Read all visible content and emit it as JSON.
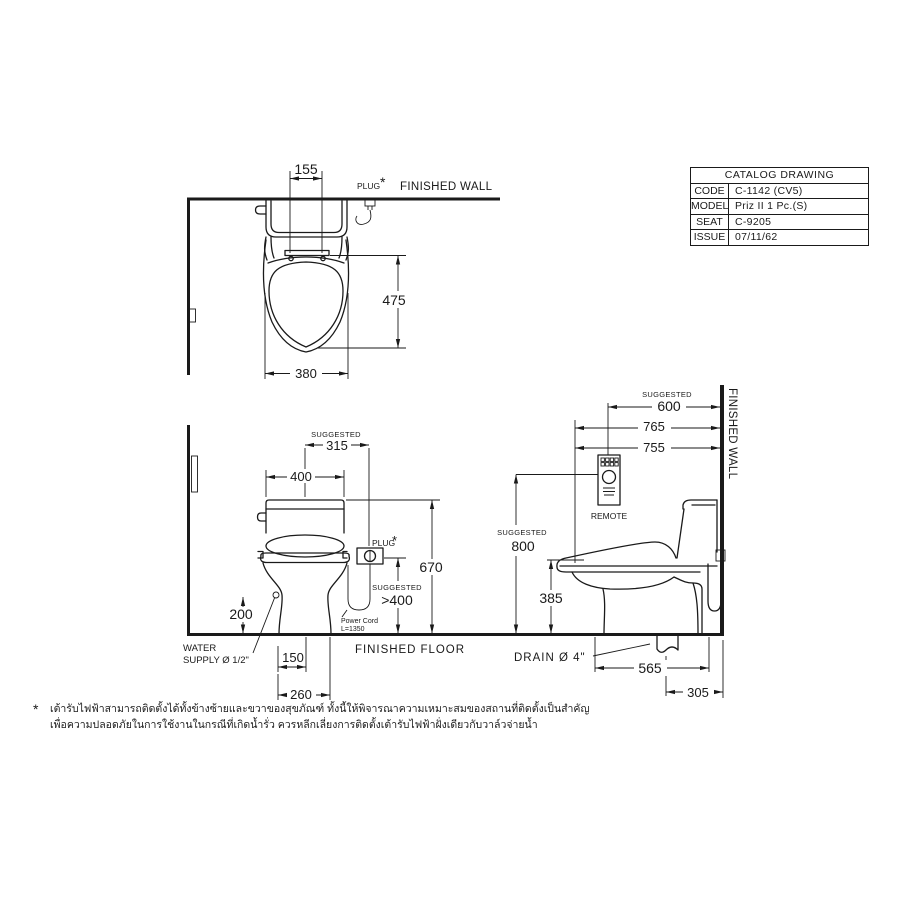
{
  "title_block": {
    "title": "CATALOG DRAWING",
    "rows": [
      {
        "label": "CODE",
        "value": "C-1142 (CV5)"
      },
      {
        "label": "MODEL",
        "value": "Priz II 1 Pc.(S)"
      },
      {
        "label": "SEAT",
        "value": "C-9205"
      },
      {
        "label": "ISSUE",
        "value": "07/11/62"
      }
    ]
  },
  "top_view": {
    "wall_label": "FINISHED WALL",
    "plug_label": "PLUG",
    "plug_marker": "*",
    "dim_155": "155",
    "dim_475": "475",
    "dim_380": "380"
  },
  "front_view": {
    "suggested_label": "SUGGESTED",
    "dim_315": "315",
    "dim_400": "400",
    "dim_670": "670",
    "plug_label": "PLUG",
    "plug_marker": "*",
    "dim_gt400": ">400",
    "power_cord_line1": "Power Cord",
    "power_cord_line2": "L=1350",
    "dim_200": "200",
    "water_supply_line1": "WATER",
    "water_supply_line2": "SUPPLY Ø 1/2\"",
    "dim_150": "150",
    "dim_260": "260",
    "floor_label": "FINISHED FLOOR"
  },
  "side_view": {
    "suggested_label": "SUGGESTED",
    "dim_600": "600",
    "dim_765": "765",
    "dim_755": "755",
    "remote_label": "REMOTE",
    "dim_800": "800",
    "dim_385": "385",
    "wall_label": "FINISHED WALL",
    "drain_label": "DRAIN Ø 4\"",
    "dim_565": "565",
    "dim_305": "305"
  },
  "footnote": {
    "marker": "*",
    "line1": "เต้ารับไฟฟ้าสามารถติดตั้งได้ทั้งข้างซ้ายและขวาของสุขภัณฑ์ ทั้งนี้ให้พิจารณาความเหมาะสมของสถานที่ติดตั้งเป็นสำคัญ",
    "line2": "เพื่อความปลอดภัยในการใช้งานในกรณีที่เกิดน้ำรั่ว ควรหลีกเลี่ยงการติดตั้งเต้ารับไฟฟ้าฝั่งเดียวกับวาล์วจ่ายน้ำ"
  },
  "colors": {
    "line": "#1a1a1a",
    "background": "#ffffff"
  }
}
